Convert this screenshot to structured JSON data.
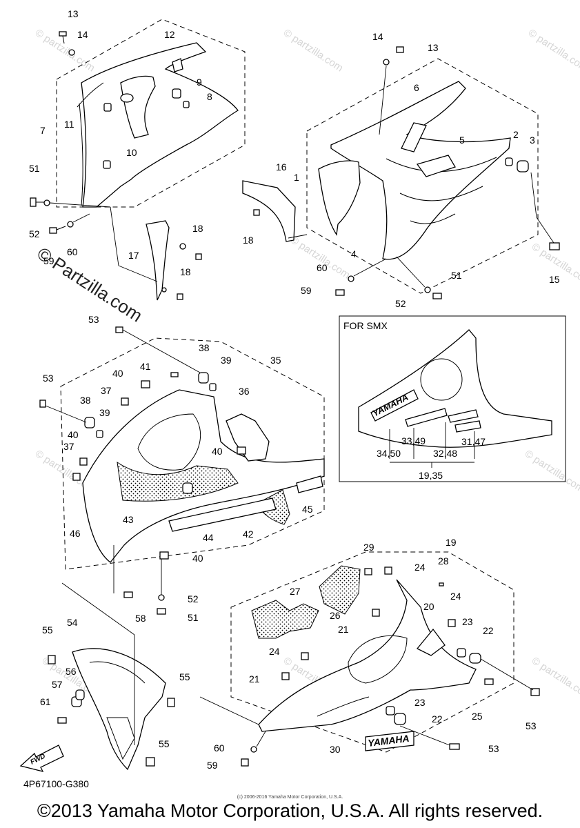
{
  "watermark": {
    "text": "© Partzilla.com",
    "repeat_text": "© partzilla.com"
  },
  "diagram_code": "4P67100-G380",
  "variant_box": {
    "label": "FOR SMX",
    "callouts": [
      "34,50",
      "33,49",
      "32,48",
      "31,47",
      "19,35"
    ],
    "decal_text": "YAMAHA"
  },
  "logo_30": "YAMAHA",
  "fwd": "FWD",
  "small_note": "(c) 2006-2016 Yamaha Motor Corporation, U.S.A.",
  "copyright": "©2013 Yamaha Motor Corporation, U.S.A. All rights reserved.",
  "callouts": [
    {
      "id": "c13a",
      "text": "13"
    },
    {
      "id": "c14a",
      "text": "14"
    },
    {
      "id": "c12",
      "text": "12"
    },
    {
      "id": "c9",
      "text": "9"
    },
    {
      "id": "c8",
      "text": "8"
    },
    {
      "id": "c7",
      "text": "7"
    },
    {
      "id": "c11",
      "text": "11"
    },
    {
      "id": "c10",
      "text": "10"
    },
    {
      "id": "c51a",
      "text": "51"
    },
    {
      "id": "c52a",
      "text": "52"
    },
    {
      "id": "c59a",
      "text": "59"
    },
    {
      "id": "c60a",
      "text": "60"
    },
    {
      "id": "c17",
      "text": "17"
    },
    {
      "id": "c18a",
      "text": "18"
    },
    {
      "id": "c18b",
      "text": "18"
    },
    {
      "id": "c14b",
      "text": "14"
    },
    {
      "id": "c13b",
      "text": "13"
    },
    {
      "id": "c6",
      "text": "6"
    },
    {
      "id": "c5",
      "text": "5"
    },
    {
      "id": "c2",
      "text": "2"
    },
    {
      "id": "c3",
      "text": "3"
    },
    {
      "id": "c16",
      "text": "16"
    },
    {
      "id": "c1",
      "text": "1"
    },
    {
      "id": "c18c",
      "text": "18"
    },
    {
      "id": "c4",
      "text": "4"
    },
    {
      "id": "c15",
      "text": "15"
    },
    {
      "id": "c60b",
      "text": "60"
    },
    {
      "id": "c59b",
      "text": "59"
    },
    {
      "id": "c51b",
      "text": "51"
    },
    {
      "id": "c52b",
      "text": "52"
    },
    {
      "id": "c53a",
      "text": "53"
    },
    {
      "id": "c53b",
      "text": "53"
    },
    {
      "id": "c38a",
      "text": "38"
    },
    {
      "id": "c39a",
      "text": "39"
    },
    {
      "id": "c35",
      "text": "35"
    },
    {
      "id": "c41",
      "text": "41"
    },
    {
      "id": "c40a",
      "text": "40"
    },
    {
      "id": "c37a",
      "text": "37"
    },
    {
      "id": "c36",
      "text": "36"
    },
    {
      "id": "c38b",
      "text": "38"
    },
    {
      "id": "c39b",
      "text": "39"
    },
    {
      "id": "c40b",
      "text": "40"
    },
    {
      "id": "c37b",
      "text": "37"
    },
    {
      "id": "c40c",
      "text": "40"
    },
    {
      "id": "c43",
      "text": "43"
    },
    {
      "id": "c44",
      "text": "44"
    },
    {
      "id": "c42",
      "text": "42"
    },
    {
      "id": "c45",
      "text": "45"
    },
    {
      "id": "c46",
      "text": "46"
    },
    {
      "id": "c40d",
      "text": "40"
    },
    {
      "id": "c52c",
      "text": "52"
    },
    {
      "id": "c51c",
      "text": "51"
    },
    {
      "id": "c58",
      "text": "58"
    },
    {
      "id": "c29",
      "text": "29"
    },
    {
      "id": "c24a",
      "text": "24"
    },
    {
      "id": "c19",
      "text": "19"
    },
    {
      "id": "c28",
      "text": "28"
    },
    {
      "id": "c27",
      "text": "27"
    },
    {
      "id": "c26",
      "text": "26"
    },
    {
      "id": "c24b",
      "text": "24"
    },
    {
      "id": "c21a",
      "text": "21"
    },
    {
      "id": "c20",
      "text": "20"
    },
    {
      "id": "c23a",
      "text": "23"
    },
    {
      "id": "c22a",
      "text": "22"
    },
    {
      "id": "c24c",
      "text": "24"
    },
    {
      "id": "c21b",
      "text": "21"
    },
    {
      "id": "c25",
      "text": "25"
    },
    {
      "id": "c53c",
      "text": "53"
    },
    {
      "id": "c23b",
      "text": "23"
    },
    {
      "id": "c22b",
      "text": "22"
    },
    {
      "id": "c53d",
      "text": "53"
    },
    {
      "id": "c55a",
      "text": "55"
    },
    {
      "id": "c54",
      "text": "54"
    },
    {
      "id": "c56",
      "text": "56"
    },
    {
      "id": "c55b",
      "text": "55"
    },
    {
      "id": "c57",
      "text": "57"
    },
    {
      "id": "c61",
      "text": "61"
    },
    {
      "id": "c55c",
      "text": "55"
    },
    {
      "id": "c60c",
      "text": "60"
    },
    {
      "id": "c59c",
      "text": "59"
    },
    {
      "id": "c30",
      "text": "30"
    }
  ]
}
